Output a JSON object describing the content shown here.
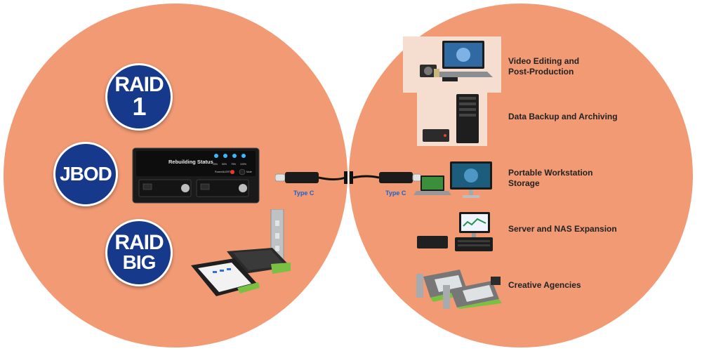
{
  "colors": {
    "circle": "#f29a74",
    "badge": "#17398b",
    "type_label": "#1b62c9"
  },
  "modes": {
    "raid1": {
      "line1": "RAID",
      "line2": "1"
    },
    "jbod": {
      "line1": "JBOD"
    },
    "raid_big": {
      "line1": "RAID",
      "line2": "BIG"
    }
  },
  "enclosure": {
    "status_title": "Rebuilding Status",
    "progress_labels": [
      "25%",
      "50%",
      "75%",
      "100%"
    ],
    "power_label": "Power/ALERT",
    "mute_label": "Mute"
  },
  "cable": {
    "left_label": "Type C",
    "right_label": "Type C"
  },
  "use_cases": [
    {
      "icon": "video-editing-setup-icon",
      "label_line1": "Video Editing and",
      "label_line2": "Post-Production"
    },
    {
      "icon": "backup-tower-icon",
      "label_line1": "Data Backup and Archiving",
      "label_line2": ""
    },
    {
      "icon": "workstation-monitor-icon",
      "label_line1": "Portable Workstation",
      "label_line2": "Storage"
    },
    {
      "icon": "server-rack-icon",
      "label_line1": "Server and NAS Expansion",
      "label_line2": ""
    },
    {
      "icon": "expansion-cards-icon",
      "label_line1": "Creative Agencies",
      "label_line2": ""
    }
  ]
}
